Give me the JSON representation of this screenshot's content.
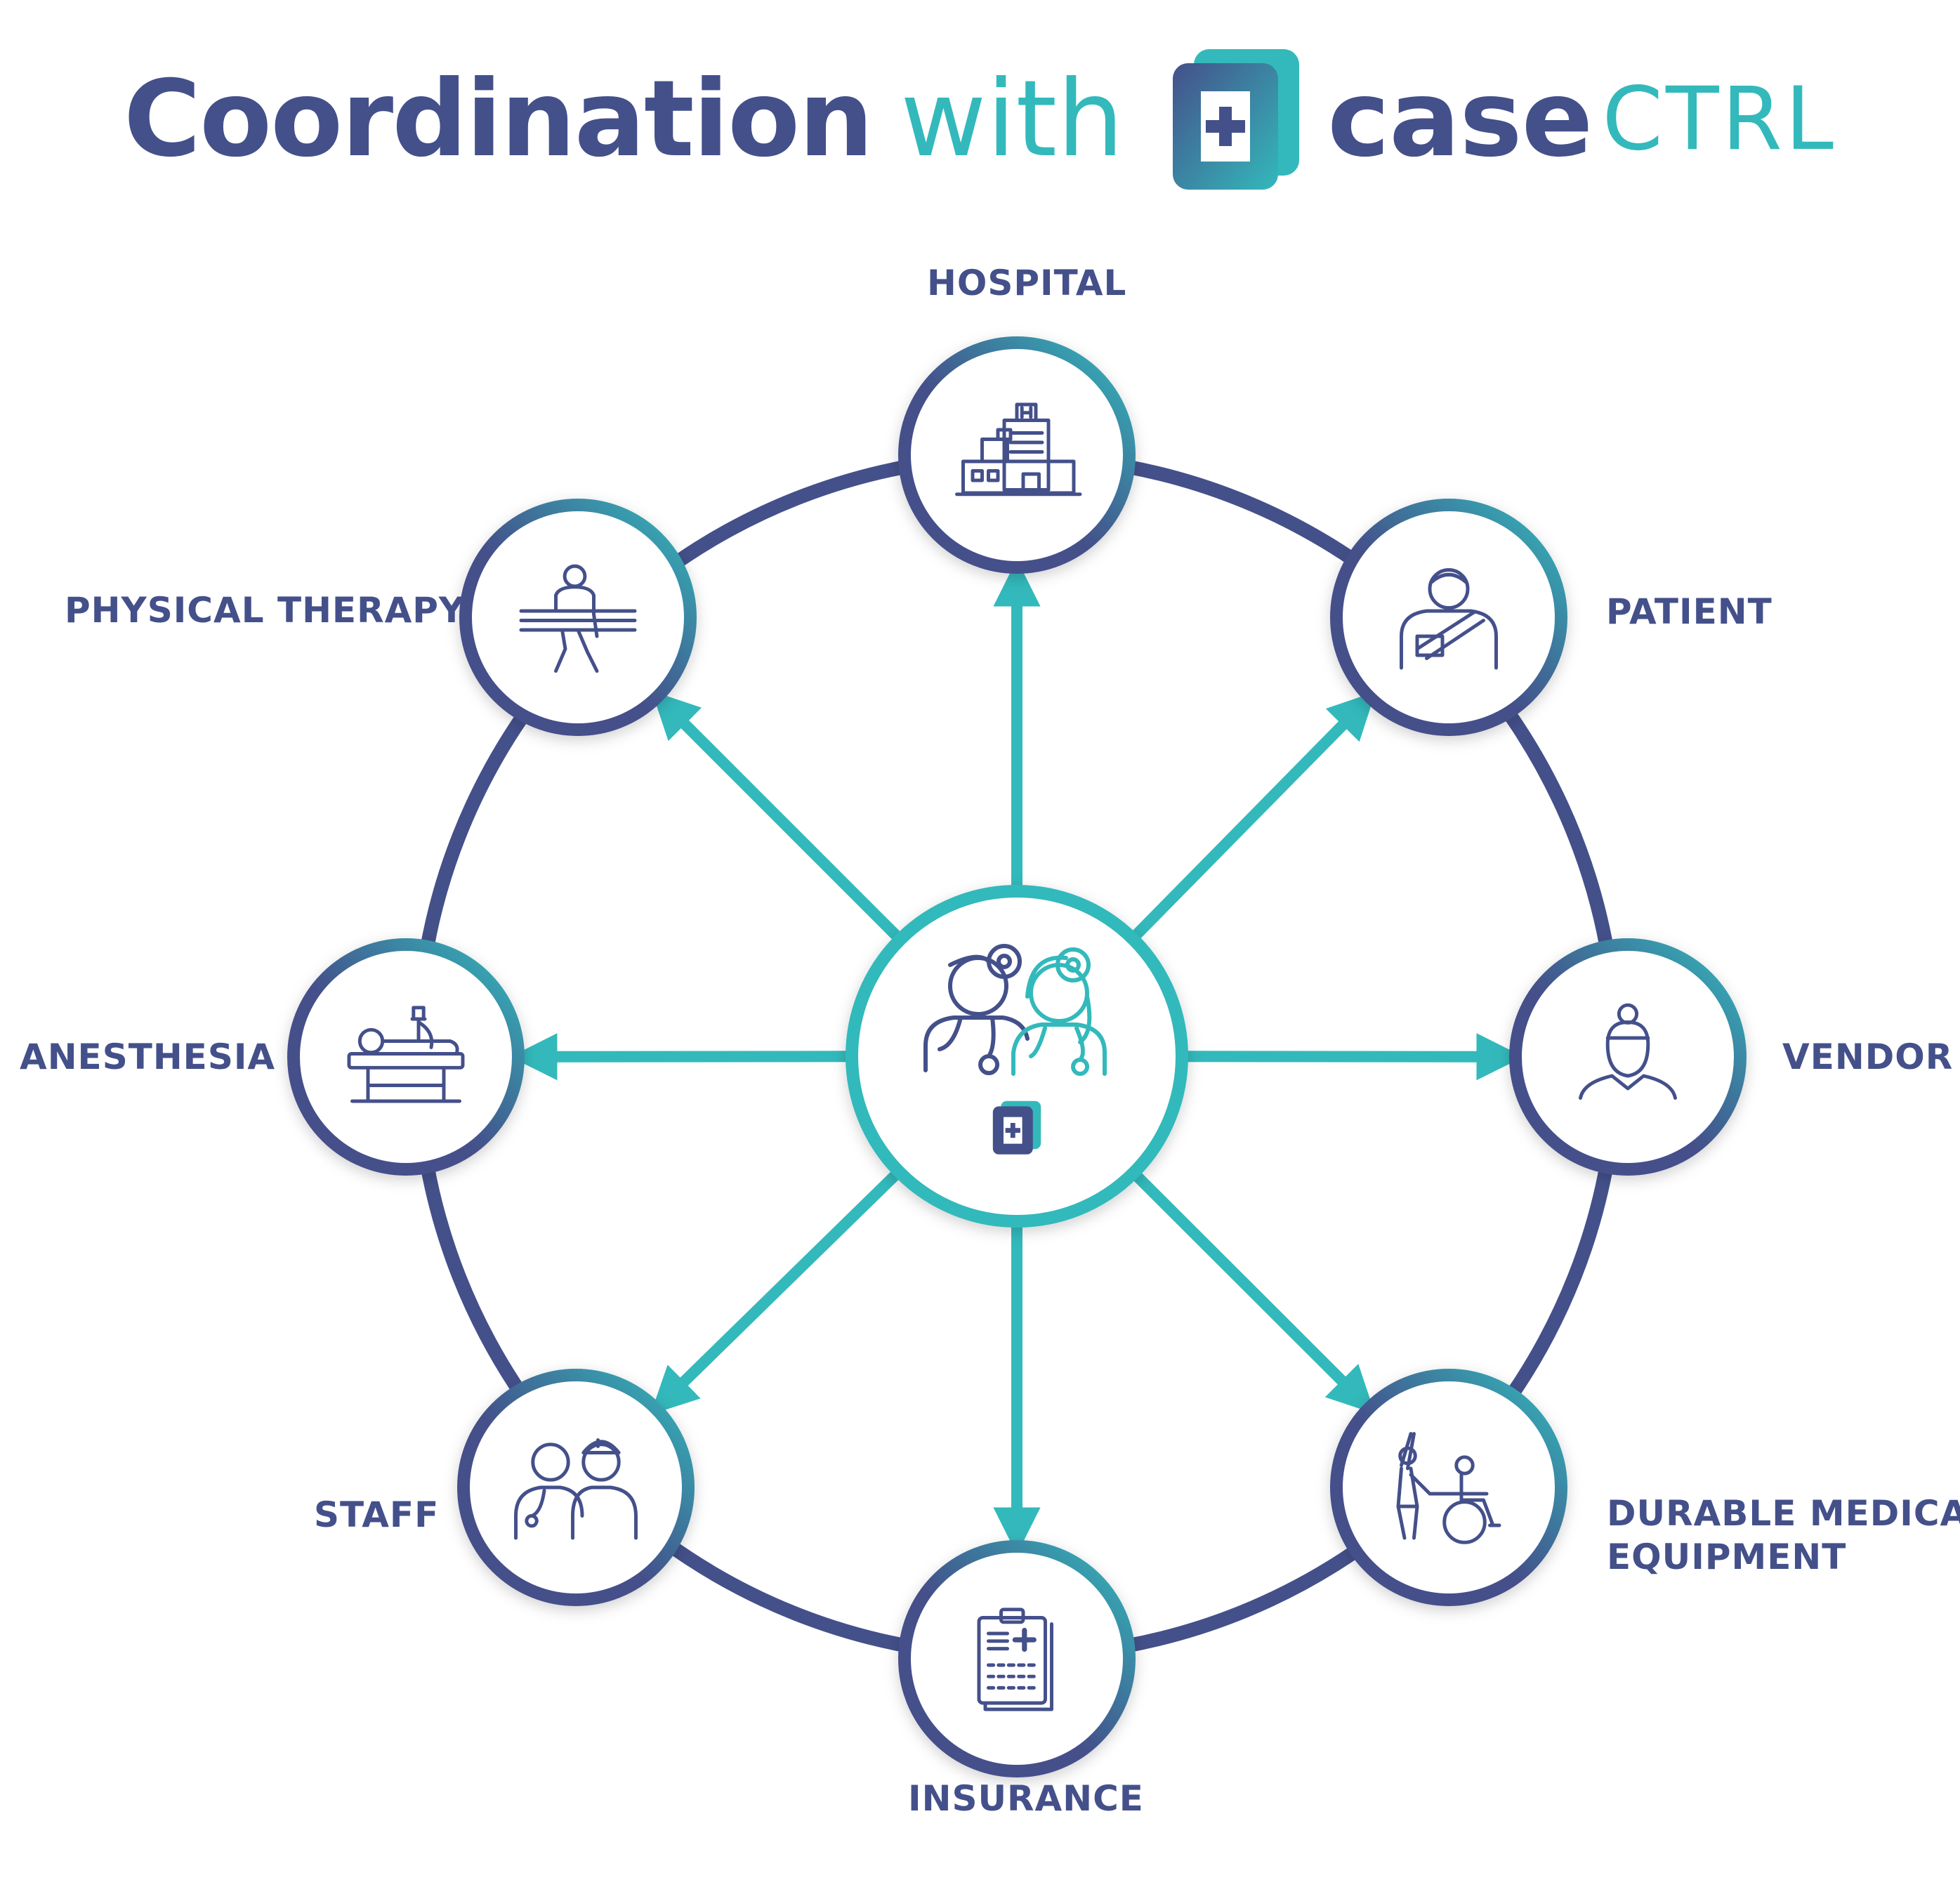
{
  "title": {
    "strong": "Coordination",
    "light": "with",
    "brand_a": "case",
    "brand_b": "CTRL"
  },
  "colors": {
    "navy": "#44508a",
    "teal": "#33b9bb",
    "white": "#ffffff"
  },
  "center": {
    "icon": "doctors-icon",
    "badge_icon": "casectrl-logo-icon"
  },
  "nodes": [
    {
      "id": "hospital",
      "label": "HOSPITAL",
      "icon": "hospital-building-icon"
    },
    {
      "id": "patient",
      "label": "PATIENT",
      "icon": "patient-sling-icon"
    },
    {
      "id": "vendor",
      "label": "VENDOR",
      "icon": "vendor-person-icon"
    },
    {
      "id": "dme",
      "label": "DURABLE MEDICAL EQUIPMENT",
      "label_lines": [
        "DURABLE MEDICAL",
        "EQUIPMENT"
      ],
      "icon": "wheelchair-icon"
    },
    {
      "id": "insurance",
      "label": "INSURANCE",
      "icon": "clipboard-icon"
    },
    {
      "id": "staff",
      "label": "STAFF",
      "icon": "staff-pair-icon"
    },
    {
      "id": "anesthesia",
      "label": "ANESTHESIA",
      "icon": "operating-table-icon"
    },
    {
      "id": "physical_therapy",
      "label": "PHYSICAL THERAPY",
      "icon": "parallel-bars-icon"
    }
  ],
  "edges": [
    {
      "from": "center",
      "to": "hospital"
    },
    {
      "from": "center",
      "to": "patient"
    },
    {
      "from": "center",
      "to": "vendor"
    },
    {
      "from": "center",
      "to": "dme"
    },
    {
      "from": "center",
      "to": "insurance"
    },
    {
      "from": "center",
      "to": "staff"
    },
    {
      "from": "center",
      "to": "anesthesia"
    },
    {
      "from": "center",
      "to": "physical_therapy"
    }
  ]
}
